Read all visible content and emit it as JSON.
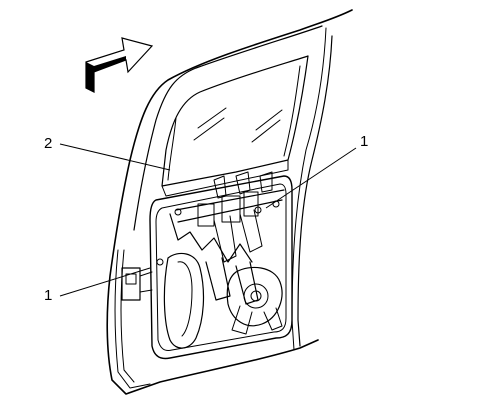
{
  "callouts": [
    {
      "id": "1",
      "label": "1"
    },
    {
      "id": "2",
      "label": "2"
    },
    {
      "id": "1b",
      "label": "1"
    }
  ]
}
